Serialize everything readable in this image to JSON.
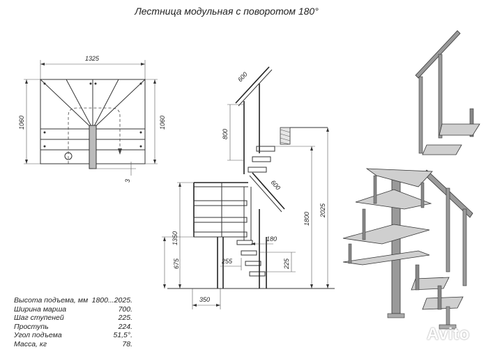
{
  "title": "Лестница модульная с поворотом 180°",
  "plan": {
    "width_label": "1325",
    "depth_label_left": "1060",
    "depth_label_right": "1060",
    "offset_label": "3"
  },
  "side_view": {
    "railing_length_top": "600",
    "railing_height": "800",
    "railing_length_mid": "600",
    "total_height": "2025",
    "floor_height": "1800",
    "landing_height": "1350",
    "lower_height": "675",
    "step_riser": "225",
    "step_depth": "255",
    "step_width_small": "180",
    "base_width": "350"
  },
  "specs": [
    {
      "label": "Высота подъема, мм",
      "value": "1800...2025."
    },
    {
      "label": "Ширина марша",
      "value": "700."
    },
    {
      "label": "Шаг ступеней",
      "value": "225."
    },
    {
      "label": "Проступь",
      "value": "224."
    },
    {
      "label": "Угол подъема",
      "value": "51,5°."
    },
    {
      "label": "Масса, кг",
      "value": "78."
    }
  ],
  "watermark": "Avito",
  "colors": {
    "line": "#333333",
    "tread_fill": "#cfcfcf",
    "post_fill": "#9a9a9a",
    "background": "#ffffff"
  }
}
